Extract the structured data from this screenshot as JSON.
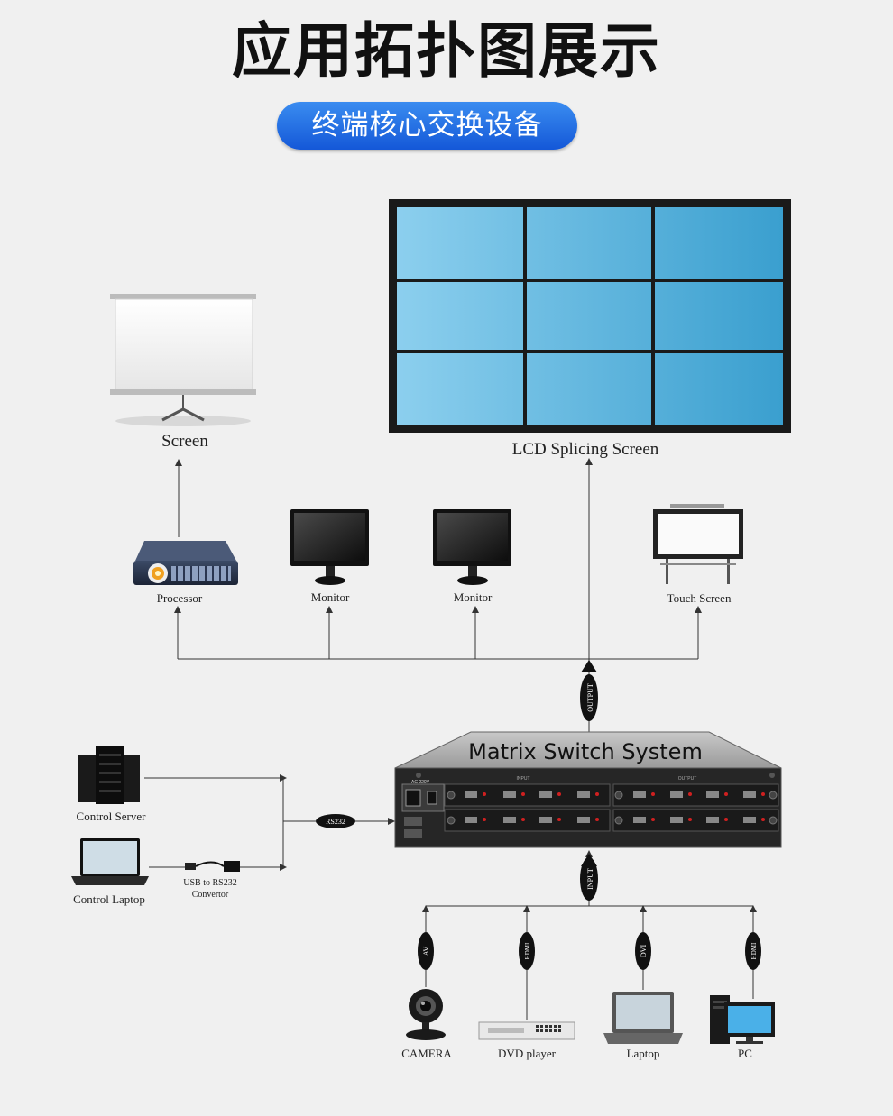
{
  "title": "应用拓扑图展示",
  "subtitle": "终端核心交换设备",
  "colors": {
    "pill": "#1f6fe6",
    "screen_blue_light": "#8ccfee",
    "screen_blue_dark": "#3a9fcf",
    "line": "#333333"
  },
  "outputs": {
    "screen": "Screen",
    "lcd": "LCD Splicing Screen",
    "processor": "Processor",
    "monitor1": "Monitor",
    "monitor2": "Monitor",
    "touch": "Touch Screen"
  },
  "matrix": {
    "title": "Matrix Switch System",
    "input_header": "INPUT",
    "output_header": "OUTPUT",
    "power": "AC 220V",
    "rs232_tag": "RS232",
    "output_tag": "OUTPUT",
    "input_tag": "INPUT"
  },
  "control": {
    "server": "Control Server",
    "laptop": "Control Laptop",
    "convertor_line1": "USB to RS232",
    "convertor_line2": "Convertor"
  },
  "inputs": {
    "camera": "CAMERA",
    "camera_tag": "AV",
    "dvd": "DVD player",
    "dvd_tag": "HDMI",
    "laptop": "Laptop",
    "laptop_tag": "DVI",
    "pc": "PC",
    "pc_tag": "HDMI"
  }
}
